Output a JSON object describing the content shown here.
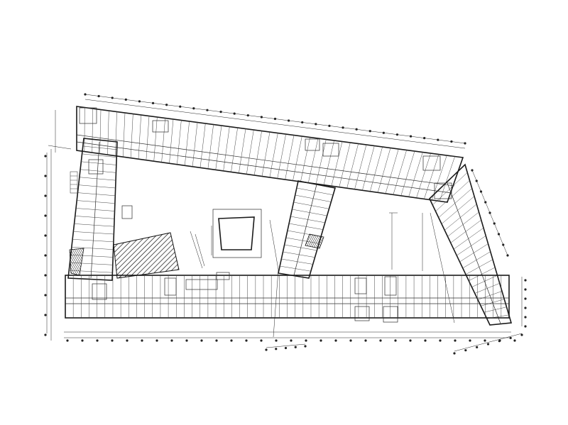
{
  "drawing": {
    "kind": "architectural floor plan",
    "line_color": "#1a1a1a",
    "background": "#ffffff",
    "wings": [
      {
        "name": "north-wing"
      },
      {
        "name": "west-wing"
      },
      {
        "name": "middle-diagonal-wing"
      },
      {
        "name": "east-diagonal-wing"
      },
      {
        "name": "south-wing"
      }
    ],
    "hatched_areas": [
      {
        "name": "west-courtyard-hatch"
      },
      {
        "name": "stair-hatch"
      }
    ]
  }
}
